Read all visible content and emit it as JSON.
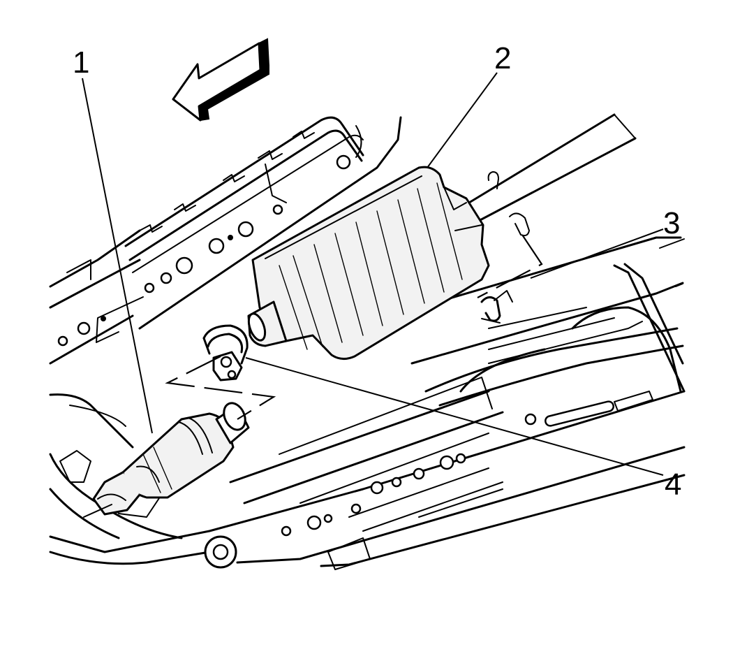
{
  "figure": {
    "callouts": [
      {
        "id": "1",
        "label": "1"
      },
      {
        "id": "2",
        "label": "2"
      },
      {
        "id": "3",
        "label": "3"
      },
      {
        "id": "4",
        "label": "4"
      }
    ]
  },
  "colors": {
    "line": "#000000",
    "background": "#ffffff",
    "panel_fill": "#f2f2f2"
  },
  "icons": {
    "direction_arrow": "front-direction-arrow-icon"
  }
}
